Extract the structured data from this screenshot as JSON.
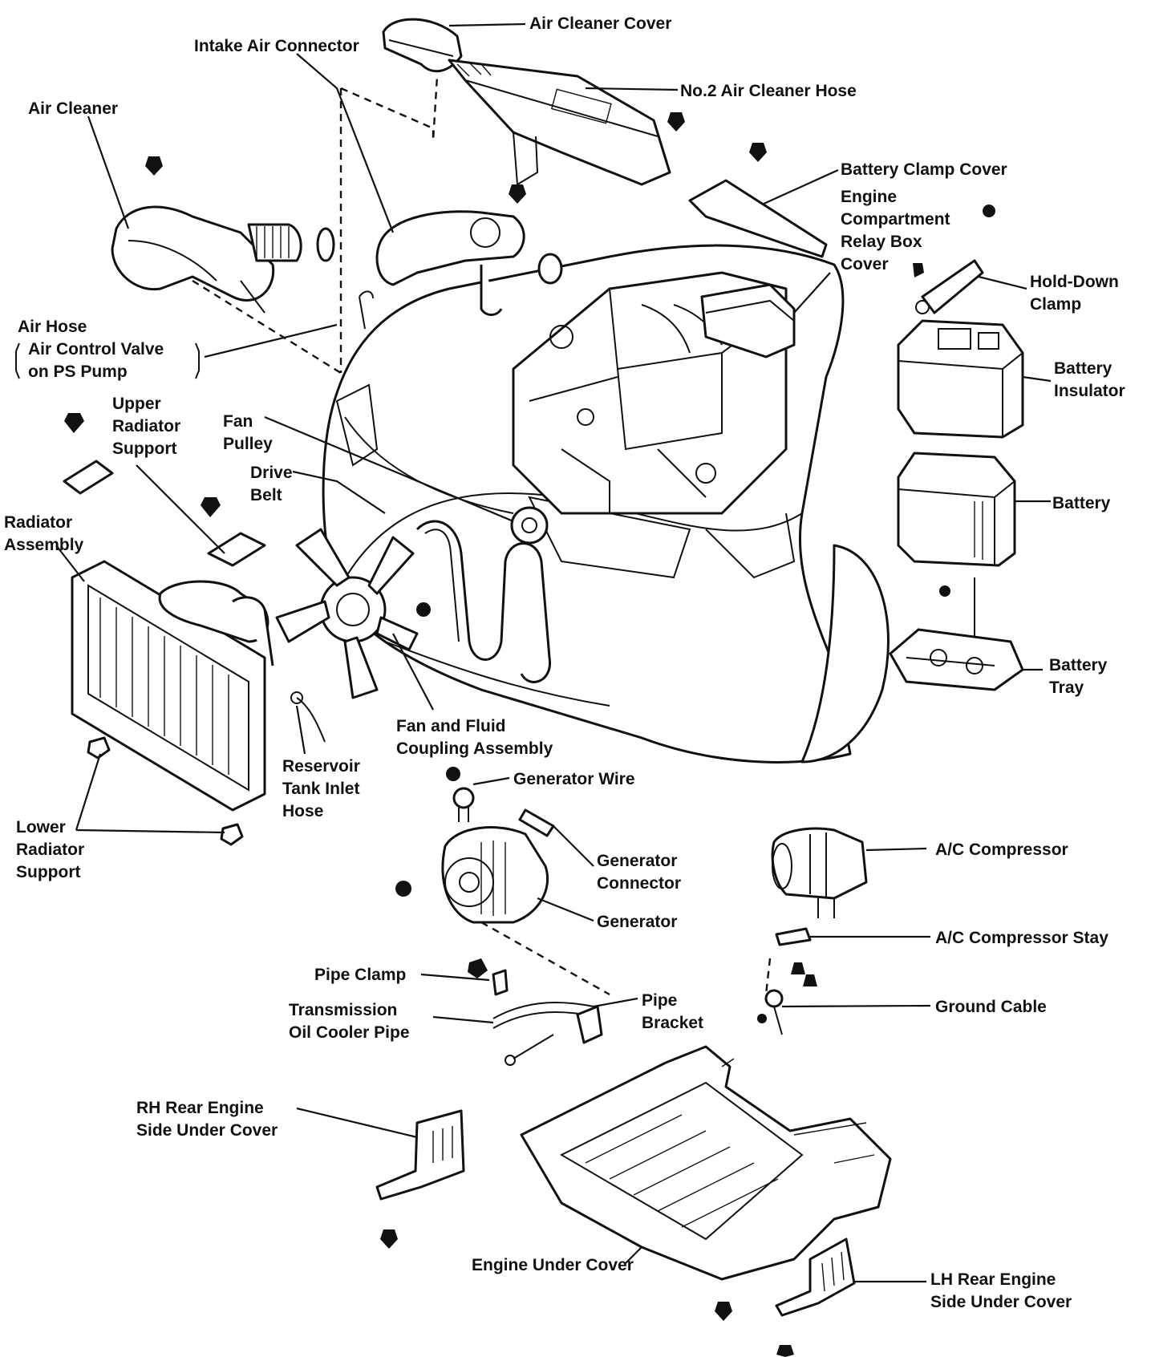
{
  "diagram": {
    "labels": {
      "air_cleaner_cover": "Air Cleaner Cover",
      "intake_air_connector": "Intake Air Connector",
      "no2_air_cleaner_hose": "No.2 Air Cleaner Hose",
      "air_cleaner": "Air Cleaner",
      "battery_clamp_cover": "Battery Clamp Cover",
      "relay_box_cover_1": "Engine",
      "relay_box_cover_2": "Compartment",
      "relay_box_cover_3": "Relay Box",
      "relay_box_cover_4": "Cover",
      "hold_down_clamp_1": "Hold-Down",
      "hold_down_clamp_2": "Clamp",
      "air_hose_1": "Air Hose",
      "air_hose_2": "Air Control Valve",
      "air_hose_3": "on PS Pump",
      "battery_insulator_1": "Battery",
      "battery_insulator_2": "Insulator",
      "upper_radiator_support_1": "Upper",
      "upper_radiator_support_2": "Radiator",
      "upper_radiator_support_3": "Support",
      "fan_pulley_1": "Fan",
      "fan_pulley_2": "Pulley",
      "drive_belt_1": "Drive",
      "drive_belt_2": "Belt",
      "battery": "Battery",
      "radiator_assembly_1": "Radiator",
      "radiator_assembly_2": "Assembly",
      "battery_tray_1": "Battery",
      "battery_tray_2": "Tray",
      "fan_coupling_1": "Fan and Fluid",
      "fan_coupling_2": "Coupling Assembly",
      "reservoir_hose_1": "Reservoir",
      "reservoir_hose_2": "Tank Inlet",
      "reservoir_hose_3": "Hose",
      "generator_wire": "Generator Wire",
      "lower_radiator_support_1": "Lower",
      "lower_radiator_support_2": "Radiator",
      "lower_radiator_support_3": "Support",
      "generator_connector_1": "Generator",
      "generator_connector_2": "Connector",
      "ac_compressor": "A/C Compressor",
      "generator": "Generator",
      "ac_compressor_stay": "A/C Compressor Stay",
      "pipe_clamp": "Pipe Clamp",
      "pipe_bracket_1": "Pipe",
      "pipe_bracket_2": "Bracket",
      "ground_cable": "Ground Cable",
      "oil_cooler_pipe_1": "Transmission",
      "oil_cooler_pipe_2": "Oil Cooler Pipe",
      "rh_rear_cover_1": "RH Rear Engine",
      "rh_rear_cover_2": "Side Under Cover",
      "engine_under_cover": "Engine Under Cover",
      "lh_rear_cover_1": "LH Rear Engine",
      "lh_rear_cover_2": "Side Under Cover"
    }
  }
}
